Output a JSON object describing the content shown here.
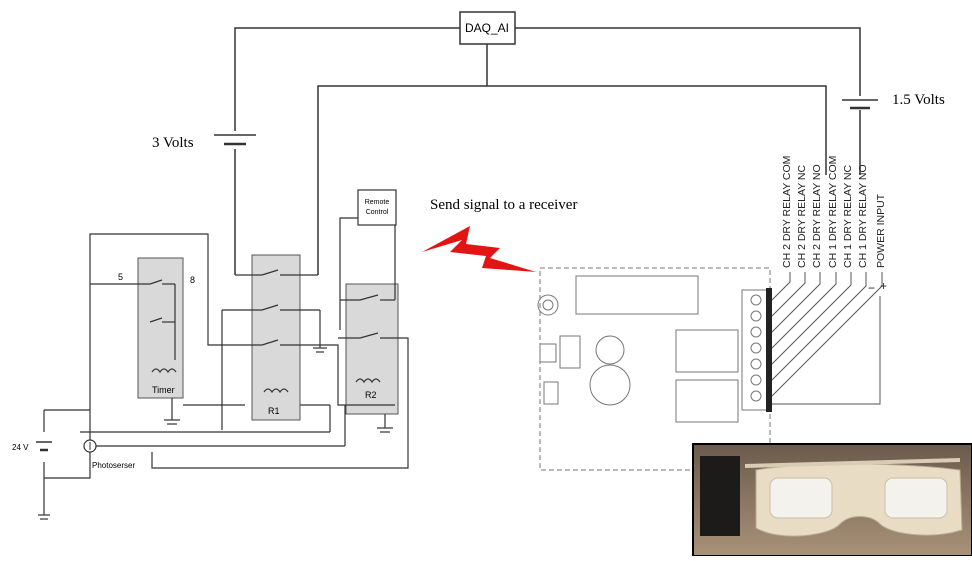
{
  "labels": {
    "daq": "DAQ_AI",
    "volts_left": "3 Volts",
    "volts_right": "1.5 Volts",
    "remote_line1": "Remote",
    "remote_line2": "Control",
    "send_signal": "Send signal to a receiver",
    "pin5": "5",
    "pin8": "8",
    "timer": "Timer",
    "r1": "R1",
    "r2": "R2",
    "supply": "24 V",
    "photosensor": "Photoserser",
    "plus": "+",
    "minus": "−"
  },
  "receiver_terminals": [
    "CH 2 DRY RELAY COM",
    "CH 2 DRY RELAY NC",
    "CH 2 DRY RELAY NO",
    "CH 1 DRY RELAY COM",
    "CH 1 DRY RELAY NC",
    "CH 1 DRY RELAY NO",
    "POWER INPUT"
  ],
  "power_polarity": [
    "−",
    "+"
  ],
  "colors": {
    "wire": "#333333",
    "relay_fill": "#d9d9d9",
    "lightning": "#e31414",
    "photo_bg": "#7a6a5a",
    "glasses": "#e8dcc5"
  }
}
